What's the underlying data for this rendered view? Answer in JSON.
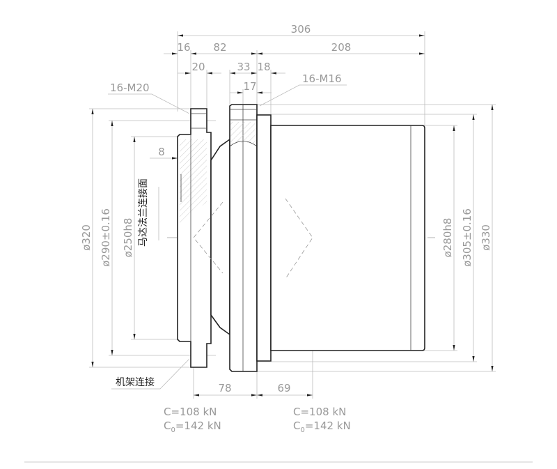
{
  "dimensions": {
    "overall_length": "306",
    "d16": "16",
    "d82": "82",
    "d208": "208",
    "d20": "20",
    "d33": "33",
    "d18": "18",
    "d17": "17",
    "d8": "8",
    "d78": "78",
    "d69": "69",
    "dia320": "ø320",
    "dia290": "ø290±0.16",
    "dia250": "ø250h8",
    "dia280": "ø280h8",
    "dia305": "ø305±0.16",
    "dia330": "ø330"
  },
  "callouts": {
    "left_bolts": "16-M20",
    "right_bolts": "16-M16",
    "motor_flange_face": "马达法兰连接面",
    "frame_connection": "机架连接"
  },
  "bearing_ratings": {
    "left": {
      "dynamic": "C=108 kN",
      "static_prefix": "C",
      "static_sub": "0",
      "static_value": "=142 kN"
    },
    "right": {
      "dynamic": "C=108 kN",
      "static_prefix": "C",
      "static_sub": "0",
      "static_value": "=142 kN"
    }
  }
}
